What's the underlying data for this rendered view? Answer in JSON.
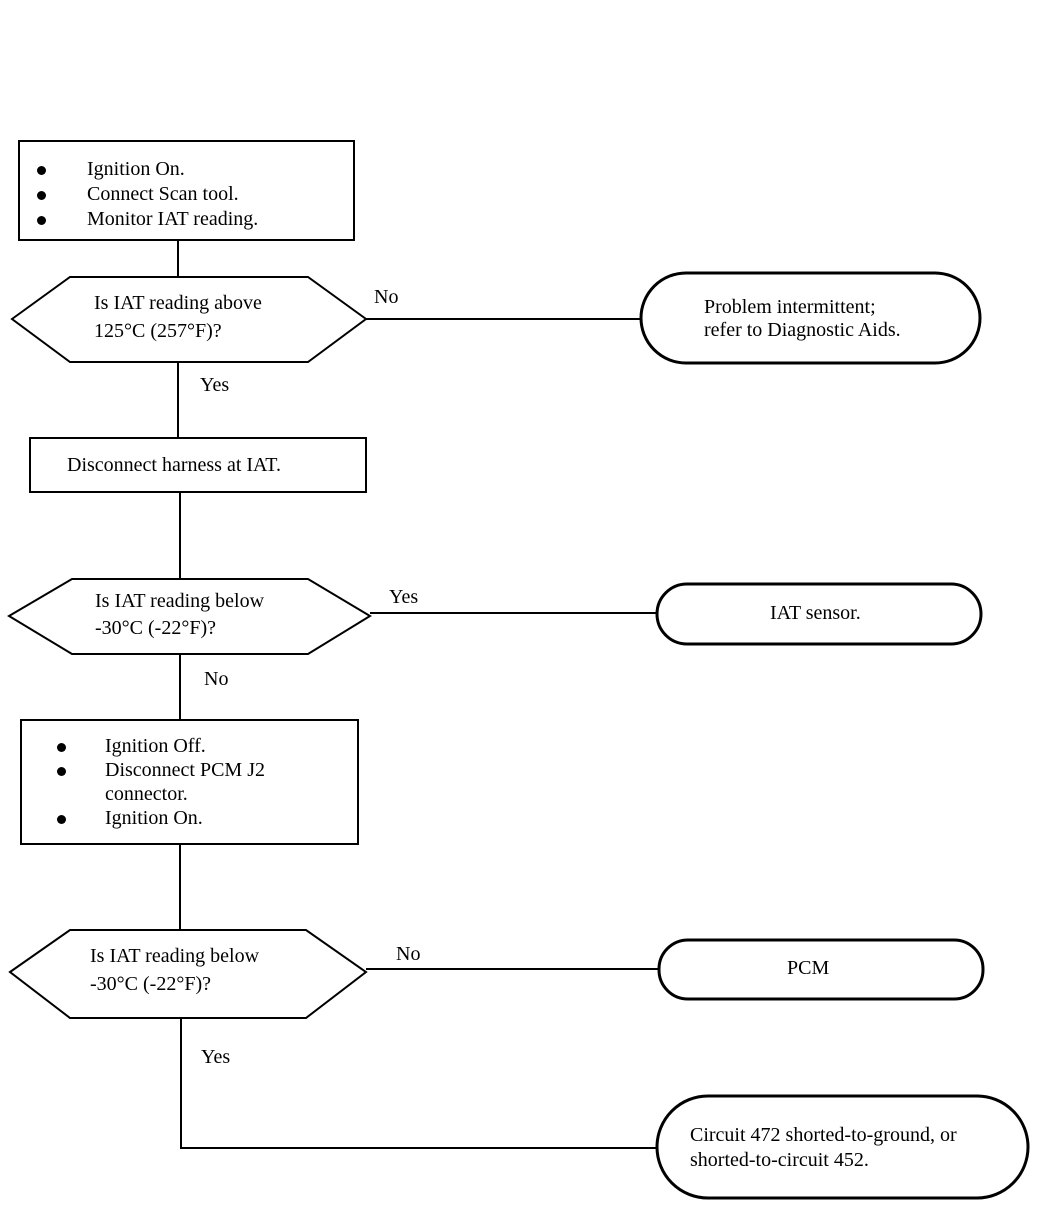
{
  "steps": {
    "initial_checks": [
      "Ignition On.",
      "Connect Scan tool.",
      "Monitor IAT reading."
    ],
    "disconnect_iat": "Disconnect harness at IAT.",
    "pcm_checks": [
      "Ignition Off.",
      "Disconnect PCM J2 connector.",
      "Ignition On."
    ]
  },
  "decisions": {
    "q1": [
      "Is IAT reading above",
      "125°C (257°F)?"
    ],
    "q2": [
      "Is IAT reading below",
      "-30°C (-22°F)?"
    ],
    "q3": [
      "Is IAT reading below",
      "-30°C (-22°F)?"
    ]
  },
  "branch_labels": {
    "q1_no": "No",
    "q1_yes": "Yes",
    "q2_yes": "Yes",
    "q2_no": "No",
    "q3_no": "No",
    "q3_yes": "Yes"
  },
  "outcomes": {
    "intermittent": [
      "Problem intermittent;",
      "refer to Diagnostic Aids."
    ],
    "iat_sensor": "IAT sensor.",
    "pcm": "PCM",
    "circuit": [
      "Circuit 472 shorted-to-ground, or",
      "shorted-to-circuit 452."
    ]
  }
}
